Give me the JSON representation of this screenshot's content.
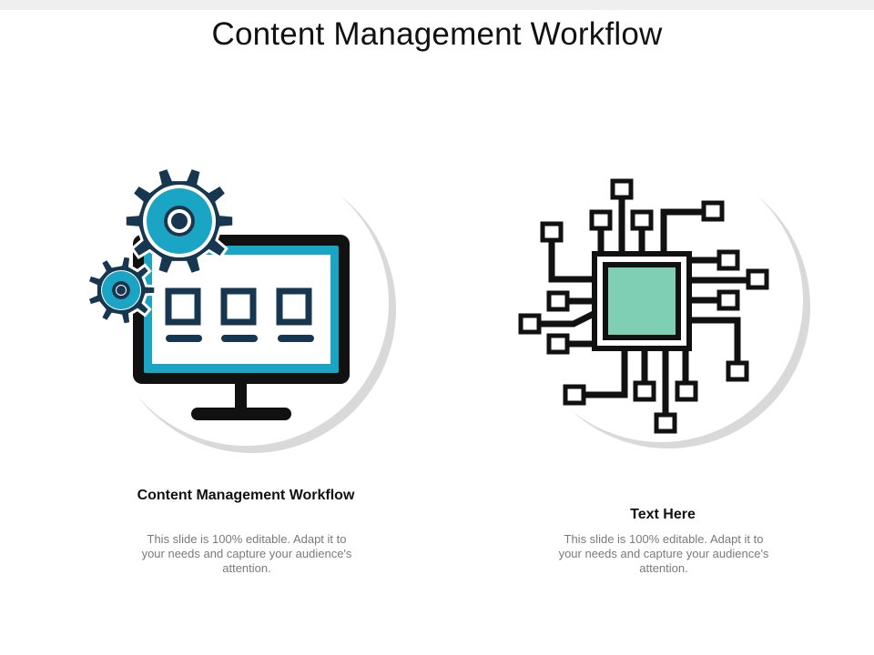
{
  "slide": {
    "title": "Content Management Workflow"
  },
  "cards": [
    {
      "title": "Content Management Workflow",
      "body": "This slide is 100% editable. Adapt it to your needs and capture your audience's attention.",
      "icon": "monitor-gears-icon"
    },
    {
      "title": "Text Here",
      "body": "This slide is 100% editable. Adapt it to your needs and capture your audience's attention.",
      "icon": "circuit-chip-icon"
    }
  ],
  "colors": {
    "dark": "#17364f",
    "teal": "#1ba5c4",
    "black": "#111111",
    "chip_fill": "#7ecfb3",
    "circle_shadow": "#d9d9d9"
  }
}
